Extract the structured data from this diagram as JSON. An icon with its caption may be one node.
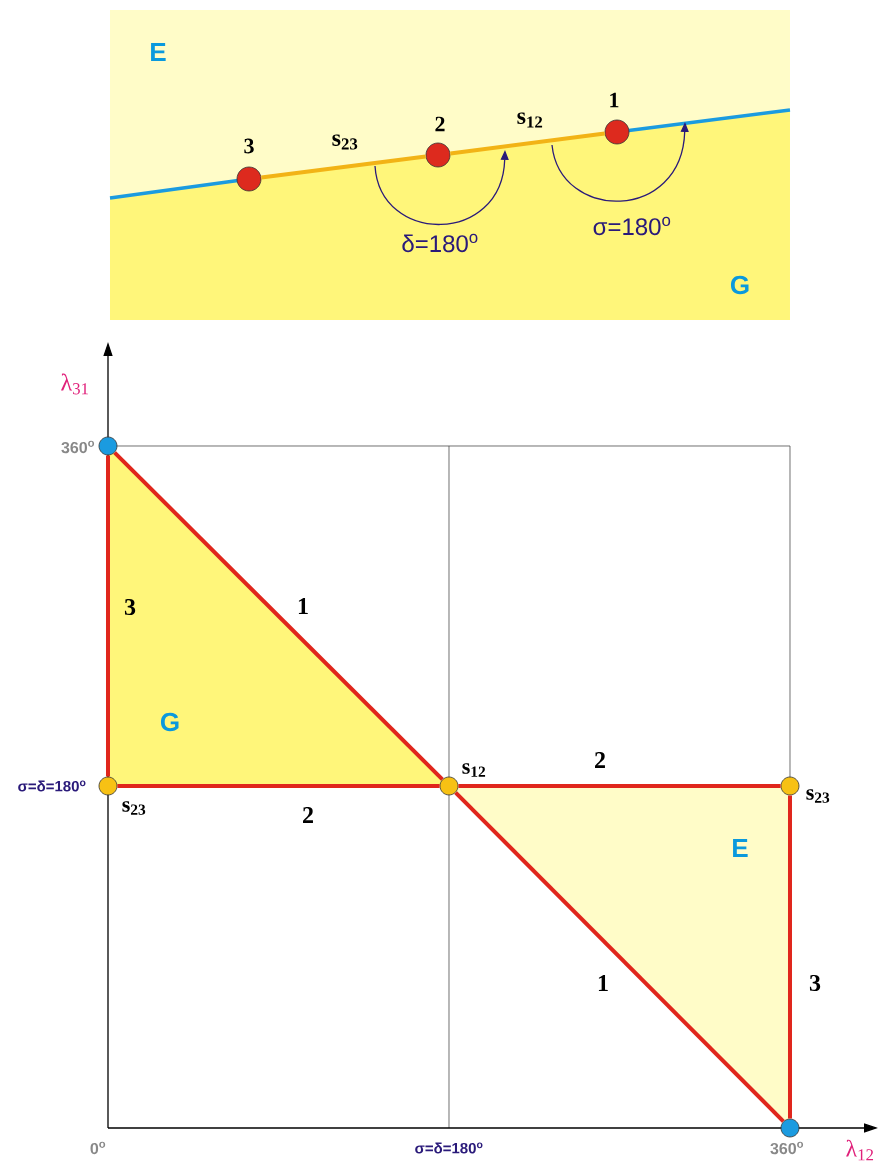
{
  "diagram": {
    "nodes": [
      {
        "text": [],
        "shape": "circle",
        "beside": [
          "3"
        ]
      },
      {
        "text": [],
        "shape": "circle",
        "beside": [
          "2"
        ]
      },
      {
        "text": [],
        "shape": "circle",
        "beside": [
          "1"
        ]
      },
      {
        "text": [],
        "shape": "circle"
      },
      {
        "text": [],
        "shape": "circle",
        "beside": [
          "s$_{23}$"
        ]
      },
      {
        "text": [],
        "shape": "circle",
        "beside": [
          "s$_{12}$"
        ]
      },
      {
        "text": [],
        "shape": "circle",
        "beside": [
          "s$_{23}$"
        ]
      },
      {
        "text": [],
        "shape": "circle"
      }
    ],
    "edges": [
      {
        "from": 0,
        "to": 1,
        "arrow": "none",
        "label": "s$_{23}$",
        "color": "#f2b316"
      },
      {
        "from": 1,
        "to": 2,
        "arrow": "none",
        "label": "s$_{12}$",
        "color": "#f2b316"
      },
      {
        "from": 3,
        "to": 5,
        "arrow": "none",
        "label": "1"
      },
      {
        "from": 3,
        "to": 4,
        "arrow": "none",
        "label": "3"
      },
      {
        "from": 4,
        "to": 5,
        "arrow": "none",
        "label": "2"
      },
      {
        "from": 5,
        "to": 6,
        "arrow": "none",
        "label": "2"
      },
      {
        "from": 5,
        "to": 7,
        "arrow": "none",
        "label": "1"
      },
      {
        "from": 6,
        "to": 7,
        "arrow": "none",
        "label": "3"
      }
    ],
    "labels": [
      "E",
      "δ=180$^{o}$",
      "σ=180$^{o}$",
      "G",
      "λ$_{31}$",
      "360$^{o}$",
      "G",
      "σ=δ=180$^{o}$",
      "E",
      "0$^{o}$",
      "σ=δ=180$^{o}$",
      "360$^{o}$",
      "λ$_{12}$"
    ]
  }
}
